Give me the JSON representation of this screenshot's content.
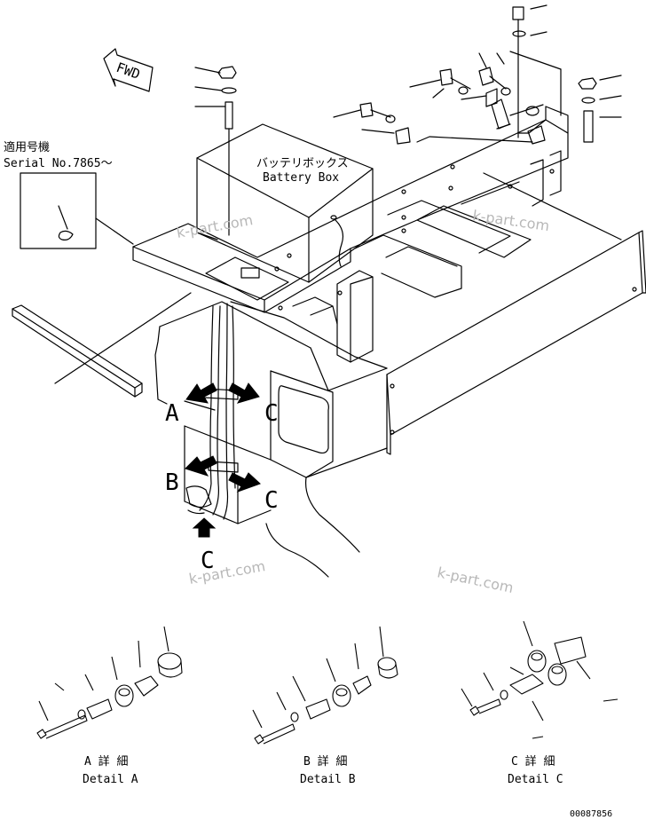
{
  "fwd_label": "FWD",
  "serial": {
    "jp": "適用号機",
    "en": "Serial No.7865～"
  },
  "battery_box": {
    "jp": "バッテリボックス",
    "en": "Battery Box"
  },
  "view_letters": {
    "a": "A",
    "b": "B",
    "c_main": "C",
    "c_side1": "C",
    "c_side2": "C"
  },
  "watermark": "k-part.com",
  "details": [
    {
      "jp": "A 詳 細",
      "en": "Detail A"
    },
    {
      "jp": "B 詳 細",
      "en": "Detail B"
    },
    {
      "jp": "C 詳 細",
      "en": "Detail C"
    }
  ],
  "drawing_number": "00087856",
  "colors": {
    "ink": "#000000",
    "watermark": "#b8b8b8"
  }
}
